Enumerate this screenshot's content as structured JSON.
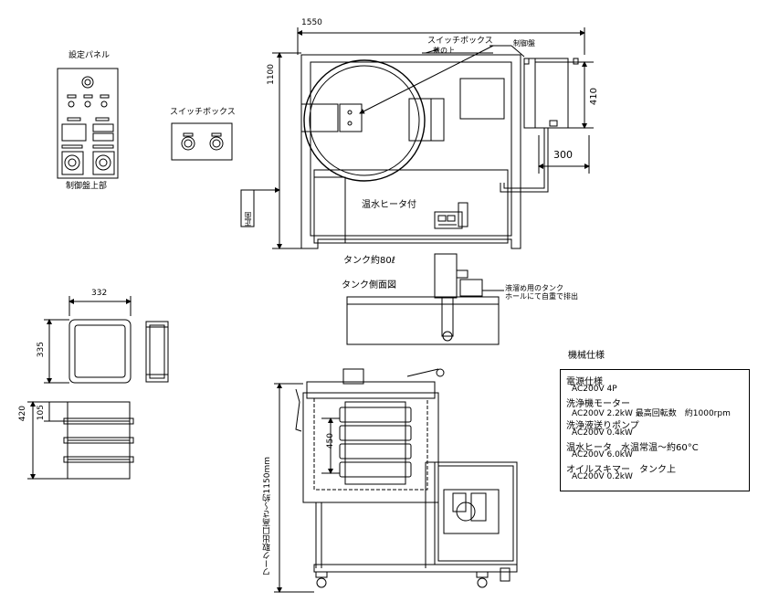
{
  "panel": {
    "title": "設定パネル",
    "caption": "制御盤上部"
  },
  "switch_box": {
    "title": "スイッチボックス"
  },
  "top_view": {
    "width_dim": "1550",
    "height_dim": "1100",
    "switchbox_label_line1": "スイッチボックス",
    "switchbox_label_line2": "蓋の上",
    "control_panel_label": "制御盤",
    "dim_410": "410",
    "dim_300": "300",
    "heater_label": "温水ヒータ付",
    "front_label": "正面",
    "tank_label": "タンク約80ℓ"
  },
  "tank_side": {
    "title": "タンク側面図",
    "note_line1": "液溜め用のタンク",
    "note_line2": "ホールにて自重で排出"
  },
  "basket": {
    "dim_width": "332",
    "dim_depth": "335",
    "dim_height": "420",
    "dim_step": "105"
  },
  "front_view": {
    "dim_450": "450",
    "work_height": "ワーク取出口高さ〜約1150mm"
  },
  "specs": {
    "heading": "機械仕様",
    "lines": [
      "電源仕様",
      "AC200V 4P",
      "洗浄機モーター",
      "AC200V 2.2kW 最高回転数　約1000rpm",
      "洗浄液送りポンプ",
      "AC200V 0.4kW",
      "温水ヒータ　水温常温〜約60°C",
      "AC200V 6.0kW",
      "オイルスキマー　タンク上",
      "AC200V 0.2kW"
    ]
  }
}
